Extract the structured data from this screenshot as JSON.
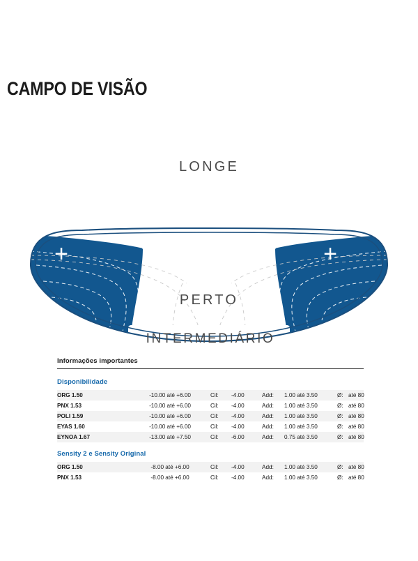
{
  "page": {
    "title": "CAMPO DE VISÃO",
    "accent_blue": "#12578F",
    "header_blue": "#1669AB",
    "text_dark": "#1B1B1B",
    "label_gray": "#4A4A4A",
    "row_alt_bg": "#F2F2F2"
  },
  "diagram": {
    "name": "lens-field-of-vision",
    "zones": {
      "far": "LONGE",
      "intermediate": "INTERMEDIÁRIO",
      "near": "PERTO"
    },
    "markers": {
      "left_plus": "+",
      "right_plus": "+"
    }
  },
  "info": {
    "heading": "Informações importantes",
    "groups": [
      {
        "name": "Disponibilidade",
        "rows": [
          {
            "lens": "ORG 1.50",
            "sph": "-10.00 até +6.00",
            "cil_label": "Cil:",
            "cil": "-4.00",
            "add_label": "Add:",
            "add": "1.00 até 3.50",
            "dia_label": "Ø:",
            "dia": "até 80"
          },
          {
            "lens": "PNX 1.53",
            "sph": "-10.00 até +6.00",
            "cil_label": "Cil:",
            "cil": "-4.00",
            "add_label": "Add:",
            "add": "1.00 até 3.50",
            "dia_label": "Ø:",
            "dia": "até 80"
          },
          {
            "lens": "POLI 1.59",
            "sph": "-10.00 até +6.00",
            "cil_label": "Cil:",
            "cil": "-4.00",
            "add_label": "Add:",
            "add": "1.00 até 3.50",
            "dia_label": "Ø:",
            "dia": "até 80"
          },
          {
            "lens": "EYAS 1.60",
            "sph": "-10.00 até +6.00",
            "cil_label": "Cil:",
            "cil": "-4.00",
            "add_label": "Add:",
            "add": "1.00 até 3.50",
            "dia_label": "Ø:",
            "dia": "até 80"
          },
          {
            "lens": "EYNOA 1.67",
            "sph": "-13.00 até +7.50",
            "cil_label": "Cil:",
            "cil": "-6.00",
            "add_label": "Add:",
            "add": "0.75 até 3.50",
            "dia_label": "Ø:",
            "dia": "até 80"
          }
        ]
      },
      {
        "name": "Sensity 2 e Sensity Original",
        "rows": [
          {
            "lens": "ORG 1.50",
            "sph": "-8.00 até +6.00",
            "cil_label": "Cil:",
            "cil": "-4.00",
            "add_label": "Add:",
            "add": "1.00 até 3.50",
            "dia_label": "Ø:",
            "dia": "até 80"
          },
          {
            "lens": "PNX 1.53",
            "sph": "-8.00 até +6.00",
            "cil_label": "Cil:",
            "cil": "-4.00",
            "add_label": "Add:",
            "add": "1.00 até 3.50",
            "dia_label": "Ø:",
            "dia": "até 80"
          }
        ]
      }
    ]
  }
}
